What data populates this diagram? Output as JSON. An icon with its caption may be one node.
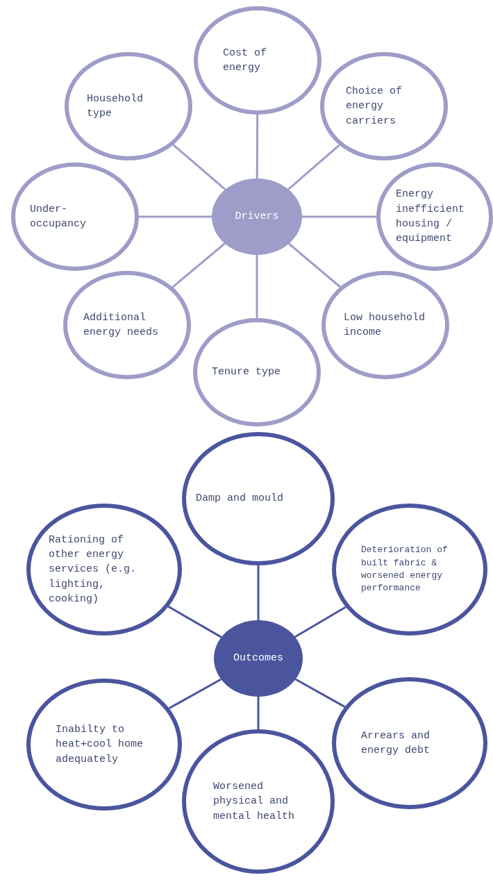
{
  "diagram": {
    "nodes": [
      {
        "text": [
          "Cost of energy"
        ]
      },
      {
        "text": [
          "Household type"
        ]
      },
      {
        "text": [
          "Choice of energy carriers"
        ]
      },
      {
        "text": [
          "Under-occupancy"
        ]
      },
      {
        "text": [
          "Drivers"
        ]
      },
      {
        "text": [
          "Energy inefficient housing / equipment"
        ]
      },
      {
        "text": [
          "Additional energy needs"
        ]
      },
      {
        "text": [
          "Low household income"
        ]
      },
      {
        "text": [
          "Tenure type"
        ]
      },
      {
        "text": [
          "Damp and mould"
        ]
      },
      {
        "text": [
          "Rationing of other energy services (e.g. lighting, cooking)"
        ]
      },
      {
        "text": [
          "Deterioration of built fabric & worsened energy performance"
        ]
      },
      {
        "text": [
          "Outcomes"
        ]
      },
      {
        "text": [
          "Inabilty to heat+cool home adequately"
        ]
      },
      {
        "text": [
          "Arrears and energy debt"
        ]
      },
      {
        "text": [
          "Worsened physical and mental health"
        ]
      }
    ],
    "edges": [
      {
        "from": 4,
        "to": 0,
        "arrow": "none"
      },
      {
        "from": 4,
        "to": 1,
        "arrow": "none"
      },
      {
        "from": 4,
        "to": 2,
        "arrow": "none"
      },
      {
        "from": 4,
        "to": 3,
        "arrow": "none"
      },
      {
        "from": 4,
        "to": 5,
        "arrow": "none"
      },
      {
        "from": 4,
        "to": 6,
        "arrow": "none"
      },
      {
        "from": 4,
        "to": 7,
        "arrow": "none"
      },
      {
        "from": 4,
        "to": 8,
        "arrow": "none"
      },
      {
        "from": 12,
        "to": 9,
        "arrow": "none",
        "color": "#4b559e"
      },
      {
        "from": 12,
        "to": 10,
        "arrow": "none",
        "color": "#4b559e"
      },
      {
        "from": 12,
        "to": 11,
        "arrow": "none",
        "color": "#4b559e"
      },
      {
        "from": 12,
        "to": 13,
        "arrow": "none",
        "color": "#4b559e"
      },
      {
        "from": 12,
        "to": 14,
        "arrow": "none",
        "color": "#4b559e"
      },
      {
        "from": 12,
        "to": 15,
        "arrow": "none",
        "color": "#4b559e"
      }
    ]
  }
}
